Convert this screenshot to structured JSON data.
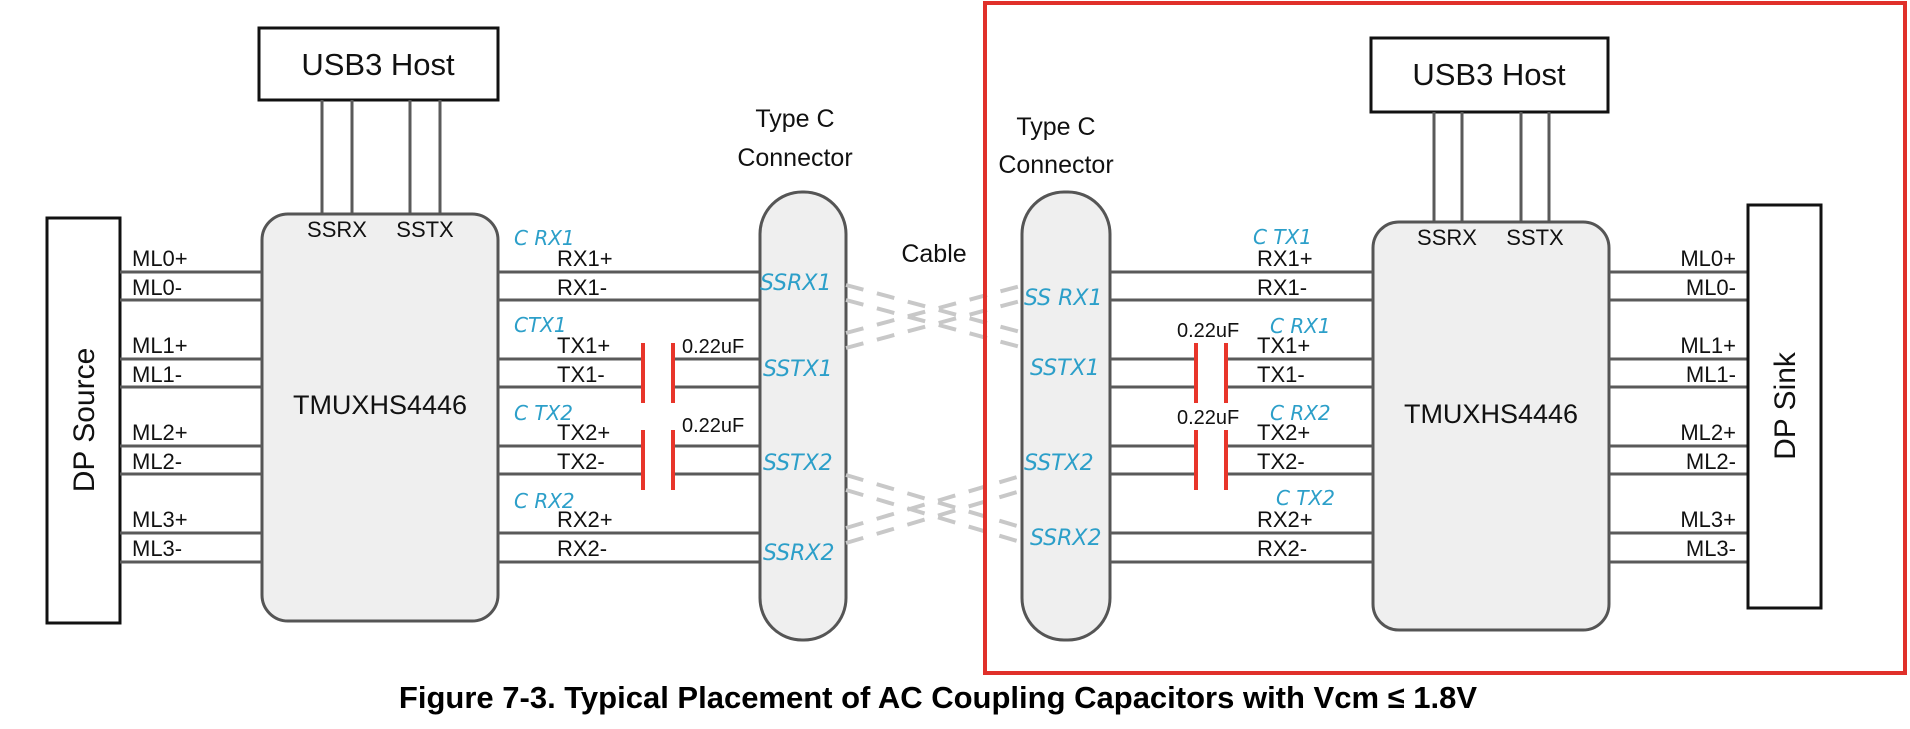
{
  "left": {
    "host": "USB3 Host",
    "host_pins": [
      "SSRX",
      "SSTX"
    ],
    "mux": "TMUXHS4446",
    "source": "DP Source",
    "ml_labels": [
      "ML0+",
      "ML0-",
      "ML1+",
      "ML1-",
      "ML2+",
      "ML2-",
      "ML3+",
      "ML3-"
    ],
    "out_labels": [
      "RX1+",
      "RX1-",
      "TX1+",
      "TX1-",
      "TX2+",
      "TX2-",
      "RX2+",
      "RX2-"
    ],
    "connector": [
      "Type C",
      "Connector"
    ],
    "cap1": "0.22uF",
    "cap2": "0.22uF",
    "hand_pair": [
      "C RX1",
      "CTX1",
      "C TX2",
      "C RX2"
    ],
    "hand_conn": [
      "SSRX1",
      "SSTX1",
      "SSTX2",
      "SSRX2"
    ]
  },
  "cable": "Cable",
  "right": {
    "host": "USB3 Host",
    "host_pins": [
      "SSRX",
      "SSTX"
    ],
    "mux": "TMUXHS4446",
    "sink": "DP Sink",
    "ml_labels": [
      "ML0+",
      "ML0-",
      "ML1+",
      "ML1-",
      "ML2+",
      "ML2-",
      "ML3+",
      "ML3-"
    ],
    "in_labels": [
      "RX1+",
      "RX1-",
      "TX1+",
      "TX1-",
      "TX2+",
      "TX2-",
      "RX2+",
      "RX2-"
    ],
    "connector": [
      "Type C",
      "Connector"
    ],
    "cap1": "0.22uF",
    "cap2": "0.22uF",
    "hand_pair": [
      "C TX1",
      "C RX1",
      "C RX2",
      "C TX2"
    ],
    "hand_conn": [
      "SS RX1",
      "SSTX1",
      "SSTX2",
      "SSRX2"
    ]
  },
  "highlight_color": "#e0302a",
  "caption": "Figure 7-3. Typical Placement of AC Coupling Capacitors with Vcm ≤ 1.8V"
}
